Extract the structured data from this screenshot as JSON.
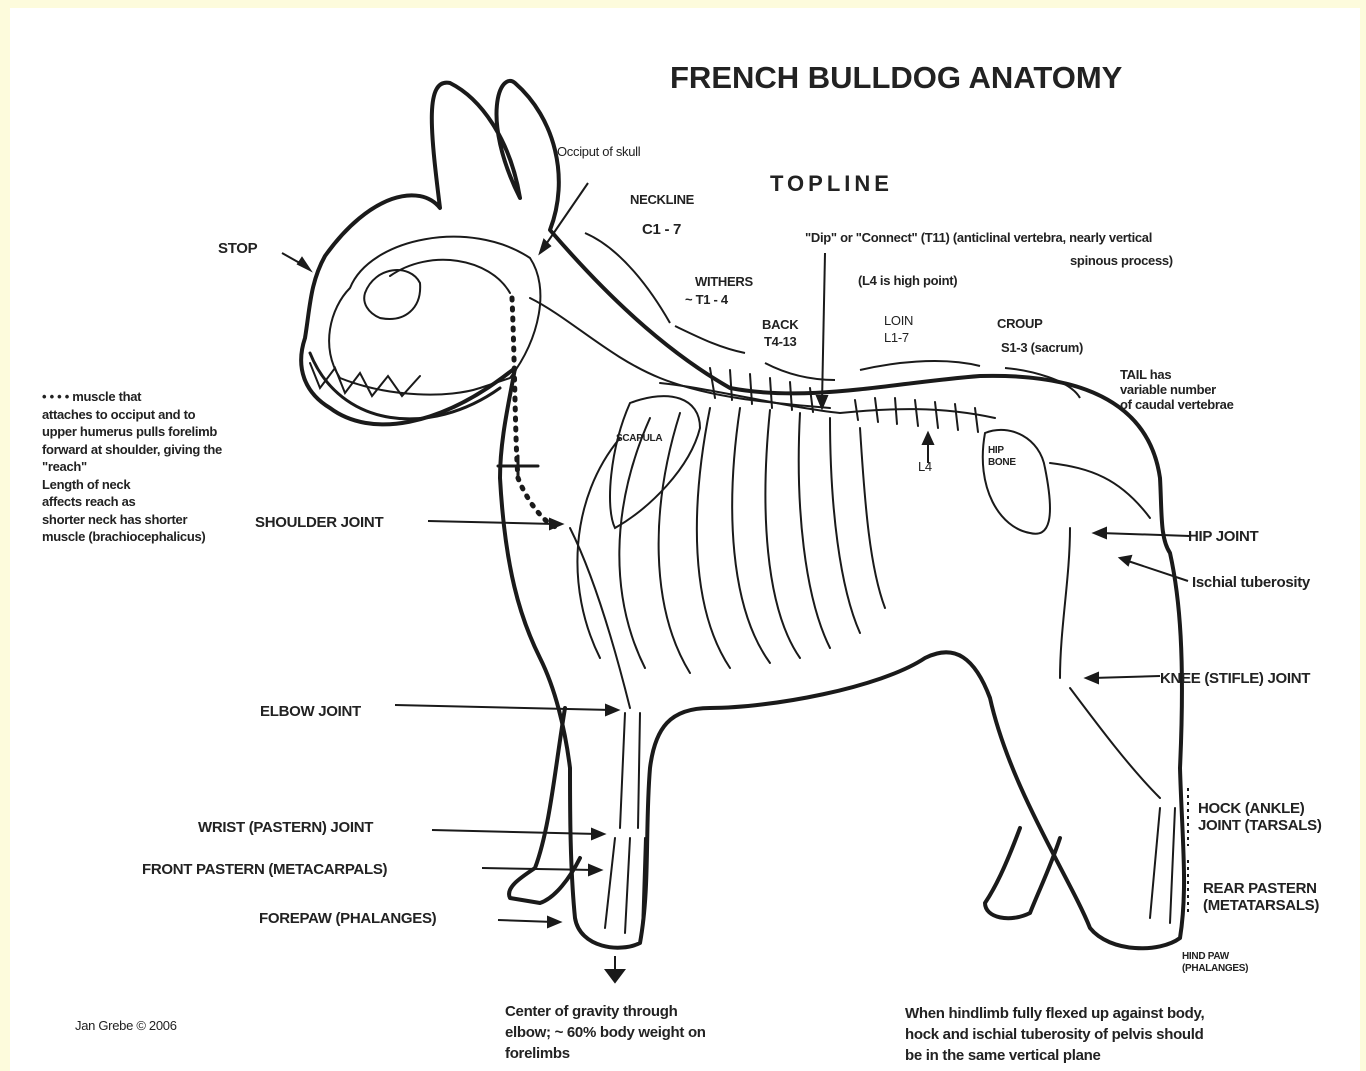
{
  "title": "FRENCH BULLDOG ANATOMY",
  "topline": "TOPLINE",
  "labels": {
    "occiput": "Occiput of skull",
    "neckline": "NECKLINE",
    "neckline_vert": "C1 - 7",
    "dip": "\"Dip\" or \"Connect\" (T11)  (anticlinal vertebra, nearly vertical",
    "dip2": "spinous process)",
    "l4_high": "(L4 is high point)",
    "stop": "STOP",
    "withers": "WITHERS",
    "withers_vert": "~ T1 - 4",
    "back": "BACK",
    "back_vert": "T4-13",
    "loin": "LOIN",
    "loin_vert": "L1-7",
    "croup": "CROUP",
    "croup_vert": "S1-3  (sacrum)",
    "tail": "TAIL has\nvariable number\nof caudal vertebrae",
    "muscle_note": "• • • • muscle that\nattaches to occiput and to\nupper humerus pulls forelimb\nforward at shoulder, giving the\n\"reach\"\nLength of neck\naffects reach as\nshorter neck has shorter\nmuscle (brachiocephalicus)",
    "scapula": "SCAPULA",
    "l4": "L4",
    "hip_bone": "HIP\nBONE",
    "hip_joint": "HIP JOINT",
    "ischial": "Ischial tuberosity",
    "shoulder_joint": "SHOULDER JOINT",
    "knee_joint": "KNEE (STIFLE) JOINT",
    "elbow_joint": "ELBOW JOINT",
    "wrist_joint": "WRIST (PASTERN) JOINT",
    "front_pastern": "FRONT PASTERN (METACARPALS)",
    "forepaw": "FOREPAW (PHALANGES)",
    "hock": "HOCK (ANKLE)\nJOINT (TARSALS)",
    "rear_pastern": "REAR PASTERN\n(METATARSALS)",
    "hind_paw": "HIND PAW\n(PHALANGES)",
    "center_gravity": "Center of gravity through\nelbow; ~ 60% body weight on\nforelimbs",
    "hindlimb_note": "When hindlimb fully flexed up against body,\nhock and ischial tuberosity of pelvis should\nbe in the same vertical plane",
    "credit": "Jan Grebe © 2006"
  },
  "colors": {
    "ink": "#1a1a1a",
    "paper": "#ffffff",
    "border": "#fdfbdc"
  }
}
